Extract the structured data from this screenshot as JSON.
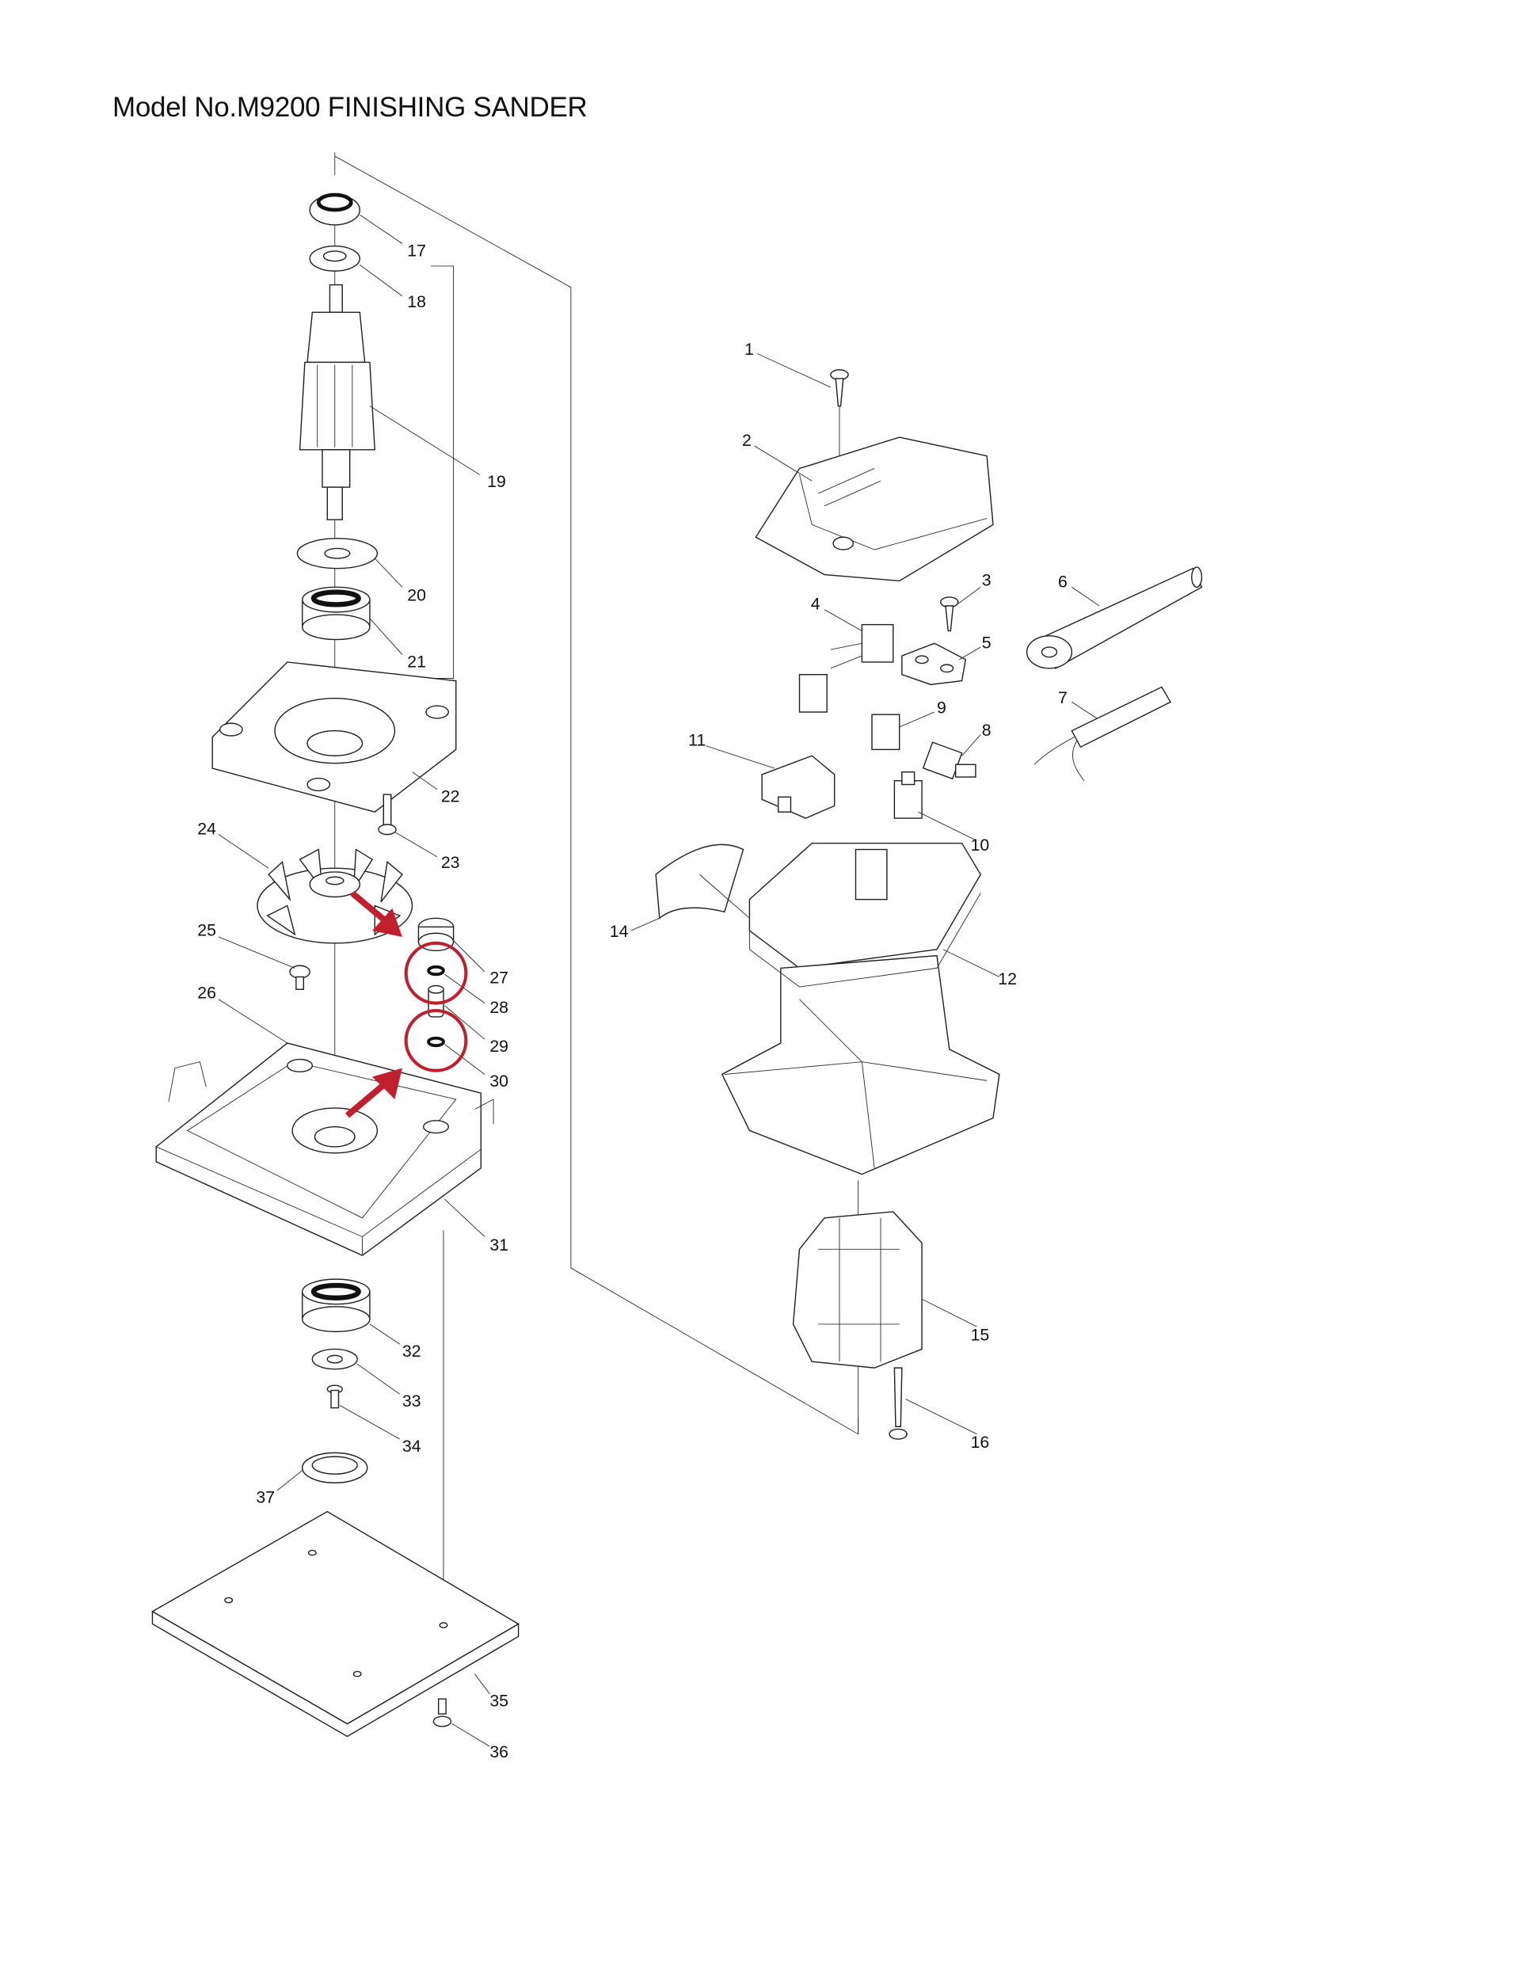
{
  "title": "Model No.M9200 FINISHING SANDER",
  "colors": {
    "highlight": "#c0202e",
    "line": "#222222"
  },
  "part_numbers": [
    "1",
    "2",
    "3",
    "4",
    "5",
    "6",
    "7",
    "8",
    "9",
    "10",
    "11",
    "12",
    "14",
    "15",
    "16",
    "17",
    "18",
    "19",
    "20",
    "21",
    "22",
    "23",
    "24",
    "25",
    "26",
    "27",
    "28",
    "29",
    "30",
    "31",
    "32",
    "33",
    "34",
    "35",
    "36",
    "37"
  ],
  "highlighted_parts": [
    "28",
    "30"
  ]
}
